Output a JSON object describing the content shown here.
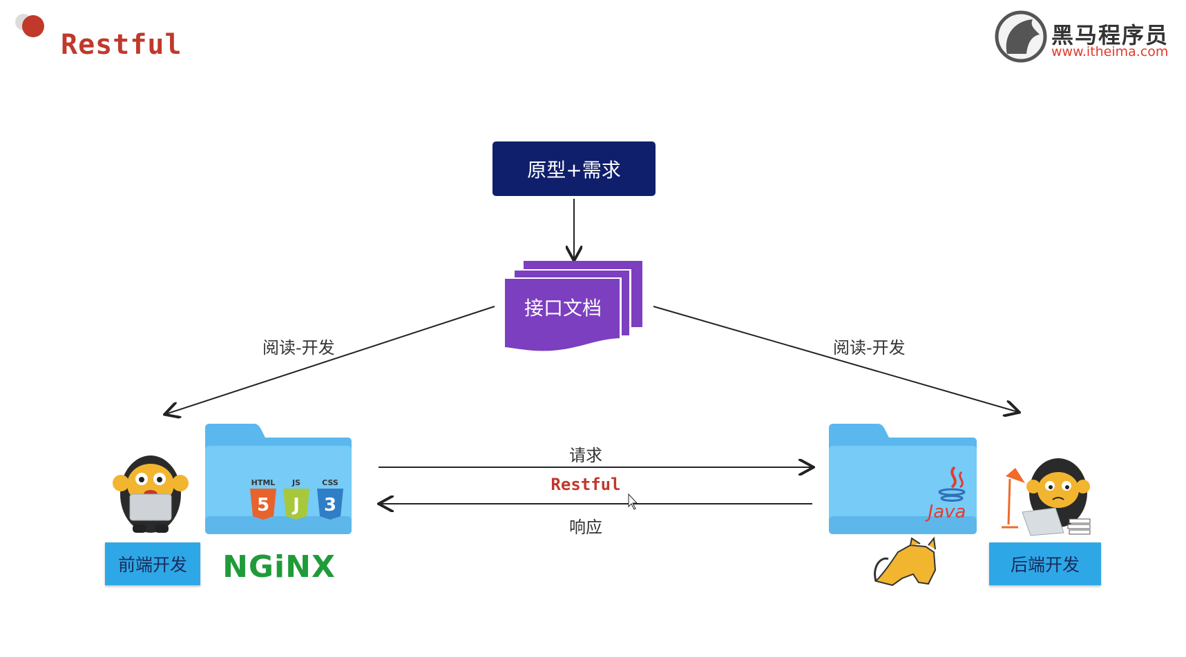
{
  "slide": {
    "title": "Restful"
  },
  "brand": {
    "name": "黑马程序员",
    "url": "www.itheima.com"
  },
  "nodes": {
    "requirements": "原型+需求",
    "api_doc": "接口文档",
    "frontend": "前端开发",
    "backend": "后端开发"
  },
  "edges": {
    "read_dev_left": "阅读-开发",
    "read_dev_right": "阅读-开发",
    "request": "请求",
    "protocol": "Restful",
    "response": "响应"
  },
  "tech": {
    "html_label": "HTML",
    "js_label": "JS",
    "css_label": "CSS",
    "html_num": "5",
    "js_num": "J",
    "css_num": "3",
    "nginx": "NGiNX",
    "java": "Java"
  },
  "colors": {
    "title": "#c0392b",
    "requirements_box": "#0f1f6b",
    "doc": "#7b3fbf",
    "role_box": "#2ea7e6",
    "folder": "#6ec6f5",
    "nginx": "#1f9b3a"
  }
}
